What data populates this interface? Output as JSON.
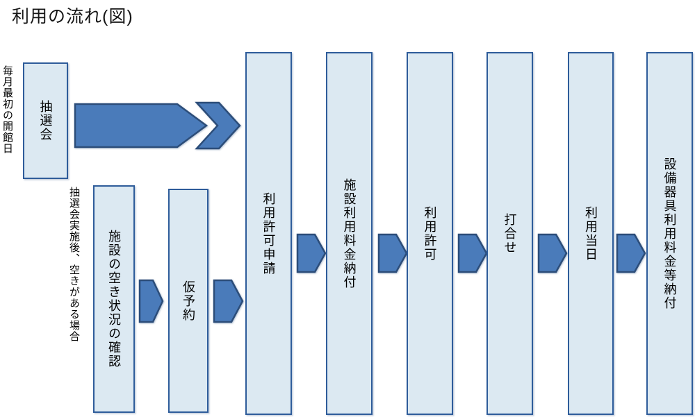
{
  "title": "利用の流れ(図)",
  "colors": {
    "box_fill": "#dce9f2",
    "box_border": "#2e5c9a",
    "arrow_fill": "#4a7bba",
    "arrow_border": "#2c4d79"
  },
  "flow": {
    "monthly_label": "毎月最初の開館日",
    "lottery_box": "抽選会",
    "branch_label": "抽選会実施後、空きがある場合",
    "branch_boxes": [
      "施設の空き状況の確認",
      "仮予約"
    ],
    "main_boxes": [
      "利用許可申請",
      "施設利用料金納付",
      "利用許可",
      "打合せ",
      "利用当日",
      "設備器具利用料金等納付"
    ]
  }
}
